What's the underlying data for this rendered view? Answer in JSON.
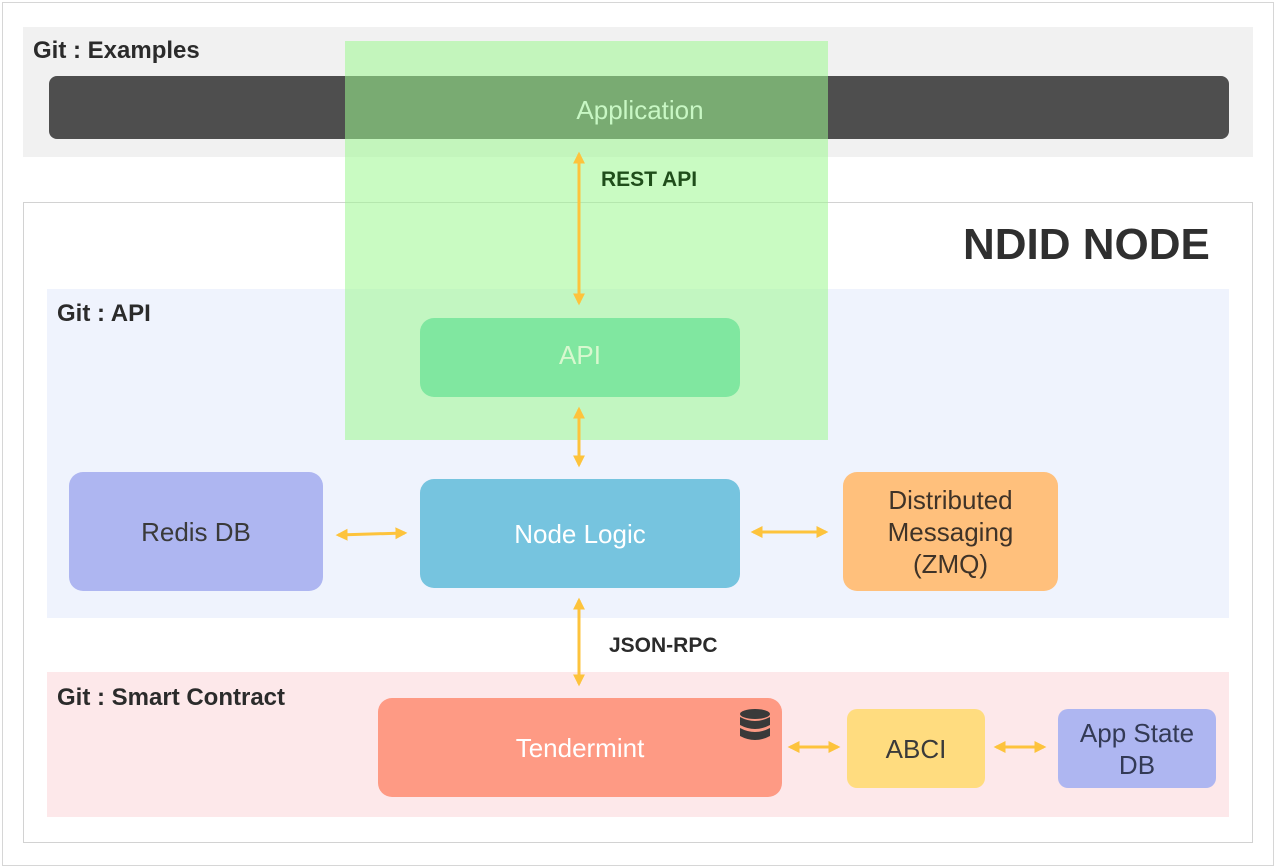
{
  "regions": {
    "examples": "Git : Examples",
    "api": "Git : API",
    "smart_contract": "Git : Smart Contract"
  },
  "node_title": "NDID NODE",
  "boxes": {
    "application": "Application",
    "api": "API",
    "redis": "Redis DB",
    "node_logic": "Node Logic",
    "messaging": [
      "Distributed",
      "Messaging",
      "(ZMQ)"
    ],
    "tendermint": "Tendermint",
    "abci": "ABCI",
    "app_state_db": [
      "App State",
      "DB"
    ]
  },
  "edges": {
    "rest_api": "REST API",
    "json_rpc": "JSON-RPC"
  },
  "icons": {
    "database": "database-icon"
  },
  "colors": {
    "arrow": "#fdc33c",
    "overlay": "#9cf78f",
    "app_bar": "#4e4e4e",
    "api": "#5dd3b4",
    "node_logic": "#76c4df",
    "redis": "#aeb6f1",
    "messaging": "#ffc07c",
    "tendermint": "#fe9a84",
    "abci": "#ffdc7f",
    "app_state_db": "#aeb6f1"
  }
}
